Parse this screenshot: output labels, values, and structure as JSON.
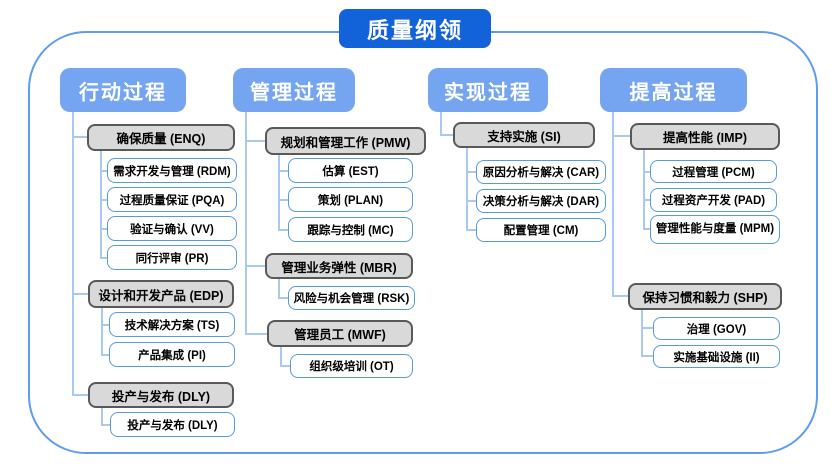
{
  "title": "质量纲领",
  "colors": {
    "title_bg": "#1262d9",
    "header_bg": "#75a5f1",
    "group_fill": "#d9d9d9",
    "group_border": "#595959",
    "child_border": "#569ae0",
    "connector": "#a9c9f1",
    "frame_border": "#5e9cf0"
  },
  "columns": [
    {
      "header": "行动过程",
      "groups": [
        {
          "label": "确保质量 (ENQ)",
          "children": [
            "需求开发与管理 (RDM)",
            "过程质量保证 (PQA)",
            "验证与确认 (VV)",
            "同行评审 (PR)"
          ]
        },
        {
          "label": "设计和开发产品 (EDP)",
          "children": [
            "技术解决方案 (TS)",
            "产品集成 (PI)"
          ]
        },
        {
          "label": "投产与发布 (DLY)",
          "children": [
            "投产与发布 (DLY)"
          ]
        }
      ]
    },
    {
      "header": "管理过程",
      "groups": [
        {
          "label": "规划和管理工作 (PMW)",
          "children": [
            "估算 (EST)",
            "策划 (PLAN)",
            "跟踪与控制 (MC)"
          ]
        },
        {
          "label": "管理业务弹性 (MBR)",
          "children": [
            "风险与机会管理 (RSK)"
          ]
        },
        {
          "label": "管理员工 (MWF)",
          "children": [
            "组织级培训 (OT)"
          ]
        }
      ]
    },
    {
      "header": "实现过程",
      "groups": [
        {
          "label": "支持实施 (SI)",
          "children": [
            "原因分析与解决 (CAR)",
            "决策分析与解决 (DAR)",
            "配置管理 (CM)"
          ]
        }
      ]
    },
    {
      "header": "提高过程",
      "groups": [
        {
          "label": "提高性能 (IMP)",
          "children": [
            "过程管理 (PCM)",
            "过程资产开发 (PAD)",
            "管理性能与度量 (MPM)"
          ]
        },
        {
          "label": "保持习惯和毅力 (SHP)",
          "children": [
            "治理 (GOV)",
            "实施基础设施 (II)"
          ]
        }
      ]
    }
  ]
}
